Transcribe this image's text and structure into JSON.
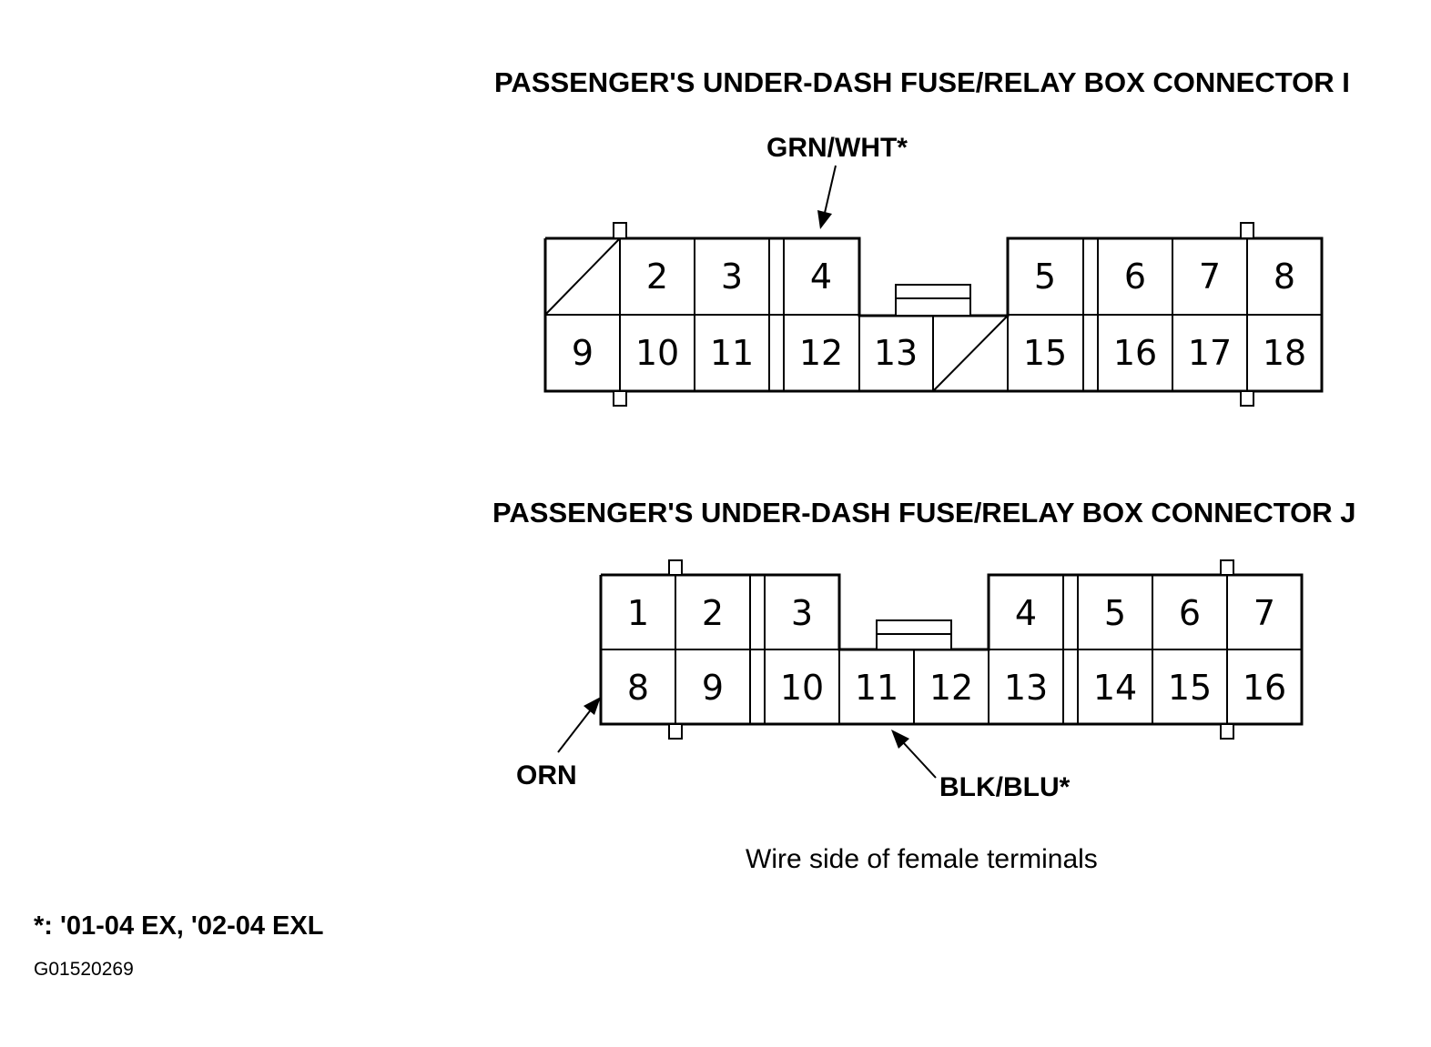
{
  "connector_i": {
    "title": "PASSENGER'S UNDER-DASH FUSE/RELAY BOX CONNECTOR I",
    "wire_label": "GRN/WHT*",
    "wire_terminal": "4",
    "terminals": [
      "2",
      "3",
      "4",
      "5",
      "6",
      "7",
      "8",
      "9",
      "10",
      "11",
      "12",
      "13",
      "15",
      "16",
      "17",
      "18"
    ]
  },
  "connector_j": {
    "title": "PASSENGER'S UNDER-DASH FUSE/RELAY BOX CONNECTOR J",
    "wire_labels": [
      {
        "label": "ORN",
        "terminal": "8"
      },
      {
        "label": "BLK/BLU*",
        "terminal": "11"
      }
    ],
    "terminals": [
      "1",
      "2",
      "3",
      "4",
      "5",
      "6",
      "7",
      "8",
      "9",
      "10",
      "11",
      "12",
      "13",
      "14",
      "15",
      "16"
    ]
  },
  "caption": "Wire side of female terminals",
  "footnote": "*: '01-04 EX, '02-04 EXL",
  "figure_code": "G01520269"
}
